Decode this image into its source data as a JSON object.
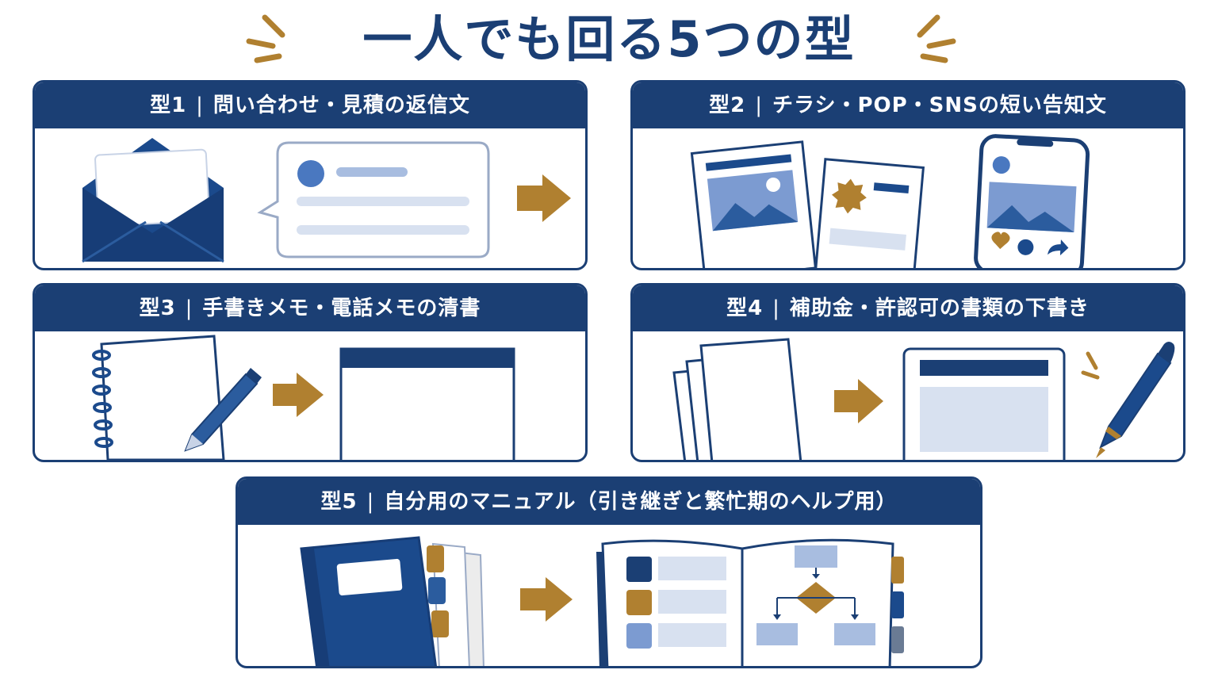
{
  "title": "一人でも回る5つの型",
  "colors": {
    "navy": "#1b3f74",
    "gold": "#b08030",
    "light_blue": "#d8e1f0",
    "mid_blue": "#7c9bd1"
  },
  "cards": [
    {
      "label": "型1",
      "sep": "|",
      "text": "問い合わせ・見積の返信文",
      "icons": [
        "envelope-icon",
        "speech-bubble-icon",
        "arrow-right-icon"
      ]
    },
    {
      "label": "型2",
      "sep": "|",
      "text": "チラシ・POP・SNSの短い告知文",
      "icons": [
        "flyer-icon",
        "pop-card-icon",
        "smartphone-icon"
      ]
    },
    {
      "label": "型3",
      "sep": "|",
      "text": "手書きメモ・電話メモの清書",
      "icons": [
        "notebook-icon",
        "pen-icon",
        "arrow-right-icon",
        "document-icon"
      ]
    },
    {
      "label": "型4",
      "sep": "|",
      "text": "補助金・許認可の書類の下書き",
      "icons": [
        "paper-stack-icon",
        "arrow-right-icon",
        "form-icon",
        "fountain-pen-icon"
      ]
    },
    {
      "label": "型5",
      "sep": "|",
      "text": "自分用のマニュアル（引き継ぎと繁忙期のヘルプ用）",
      "icons": [
        "binder-icon",
        "arrow-right-icon",
        "open-manual-icon",
        "flowchart-icon"
      ]
    }
  ]
}
